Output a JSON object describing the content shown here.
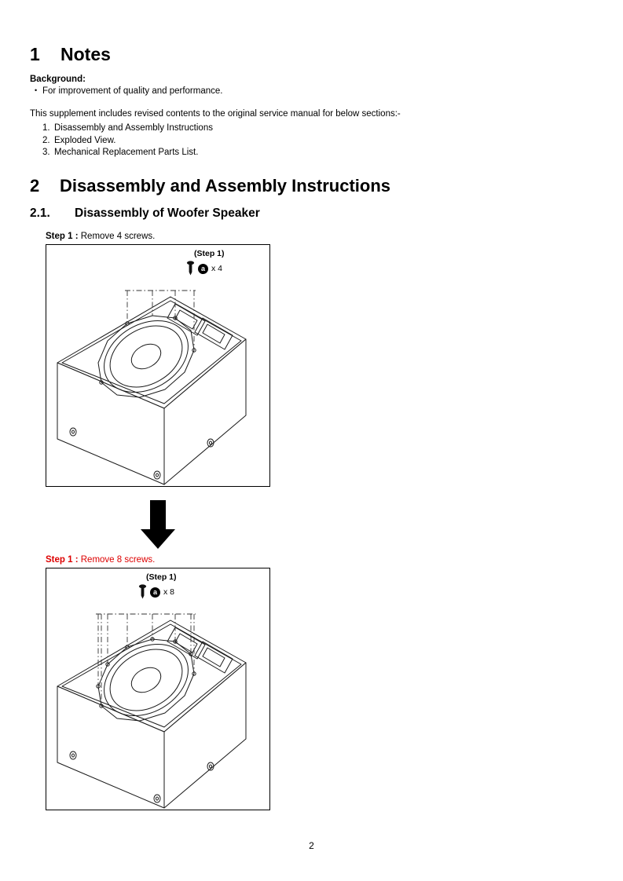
{
  "colors": {
    "step_red": "#dd0000"
  },
  "notes": {
    "number": "1",
    "title": "Notes",
    "background_label": "Background:",
    "bullet_char": "•",
    "background_item": "For improvement of quality and performance.",
    "intro": "This supplement includes revised contents to the original service manual for below sections:-",
    "list": [
      {
        "num": "1.",
        "text": "Disassembly and Assembly Instructions"
      },
      {
        "num": "2.",
        "text": "Exploded View."
      },
      {
        "num": "3.",
        "text": "Mechanical Replacement Parts List."
      }
    ]
  },
  "disassembly": {
    "number": "2",
    "title": "Disassembly and Assembly Instructions",
    "sub": {
      "number": "2.1.",
      "title": "Disassembly of Woofer Speaker"
    },
    "step_a": {
      "label": "Step 1 :",
      "text": "Remove 4 screws.",
      "figure": {
        "step_label": "(Step 1)",
        "screw_letter": "a",
        "count": "x 4"
      }
    },
    "step_b": {
      "label": "Step 1 :",
      "text": "Remove 8 screws.",
      "figure": {
        "step_label": "(Step 1)",
        "screw_letter": "a",
        "count": "x 8"
      }
    }
  },
  "footer": {
    "page_number": "2"
  }
}
